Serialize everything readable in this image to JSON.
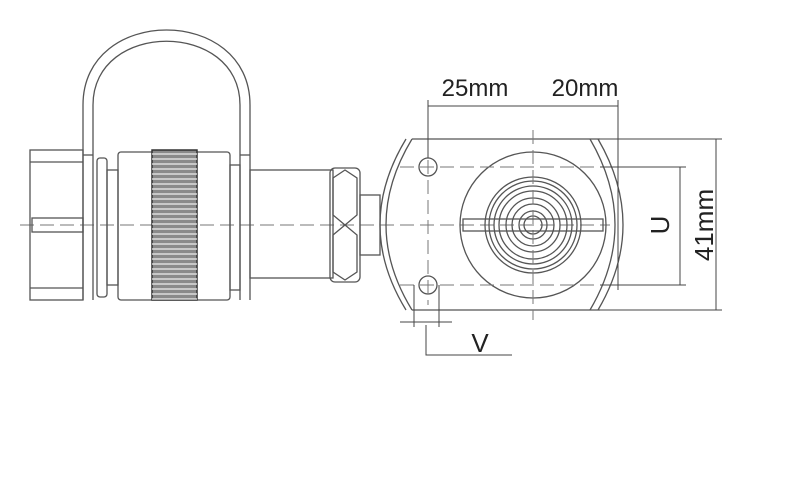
{
  "dimensions": {
    "hole_offset": "25mm",
    "edge_offset": "20mm",
    "height": "41mm",
    "hole_spacing": "U",
    "hole_diameter": "V"
  },
  "colors": {
    "line": "#555555",
    "knurl": "#333333"
  }
}
